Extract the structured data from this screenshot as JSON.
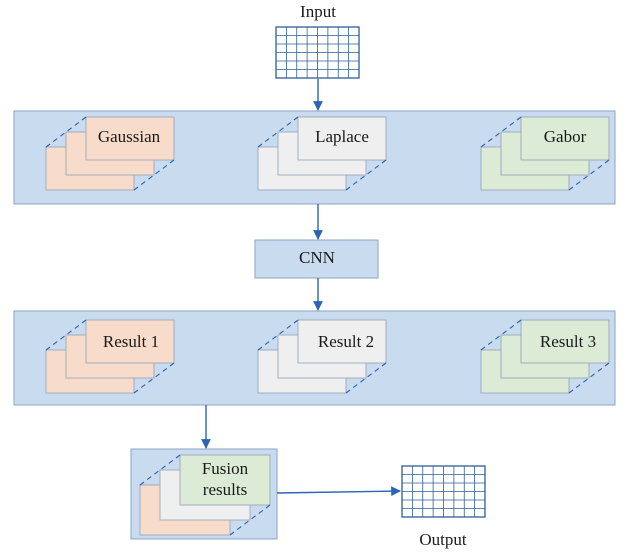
{
  "colors": {
    "band_fill": "#c9dbef",
    "band_stroke": "#8aa6c6",
    "arrow": "#2a64b4",
    "grid_stroke": "#2d5f96",
    "peach": "#f8dccb",
    "gray": "#efefef",
    "green": "#dcebd5"
  },
  "input_label": "Input",
  "output_label": "Output",
  "cnn_label": "CNN",
  "filters": [
    {
      "label": "Gaussian",
      "color": "peach"
    },
    {
      "label": "Laplace",
      "color": "gray"
    },
    {
      "label": "Gabor",
      "color": "green"
    }
  ],
  "results": [
    {
      "label": "Result 1",
      "color": "peach"
    },
    {
      "label": "Result 2",
      "color": "gray"
    },
    {
      "label": "Result 3",
      "color": "green"
    }
  ],
  "fusion": {
    "label_lines": [
      "Fusion",
      "results"
    ],
    "layer_colors": [
      "peach",
      "gray",
      "green"
    ]
  }
}
